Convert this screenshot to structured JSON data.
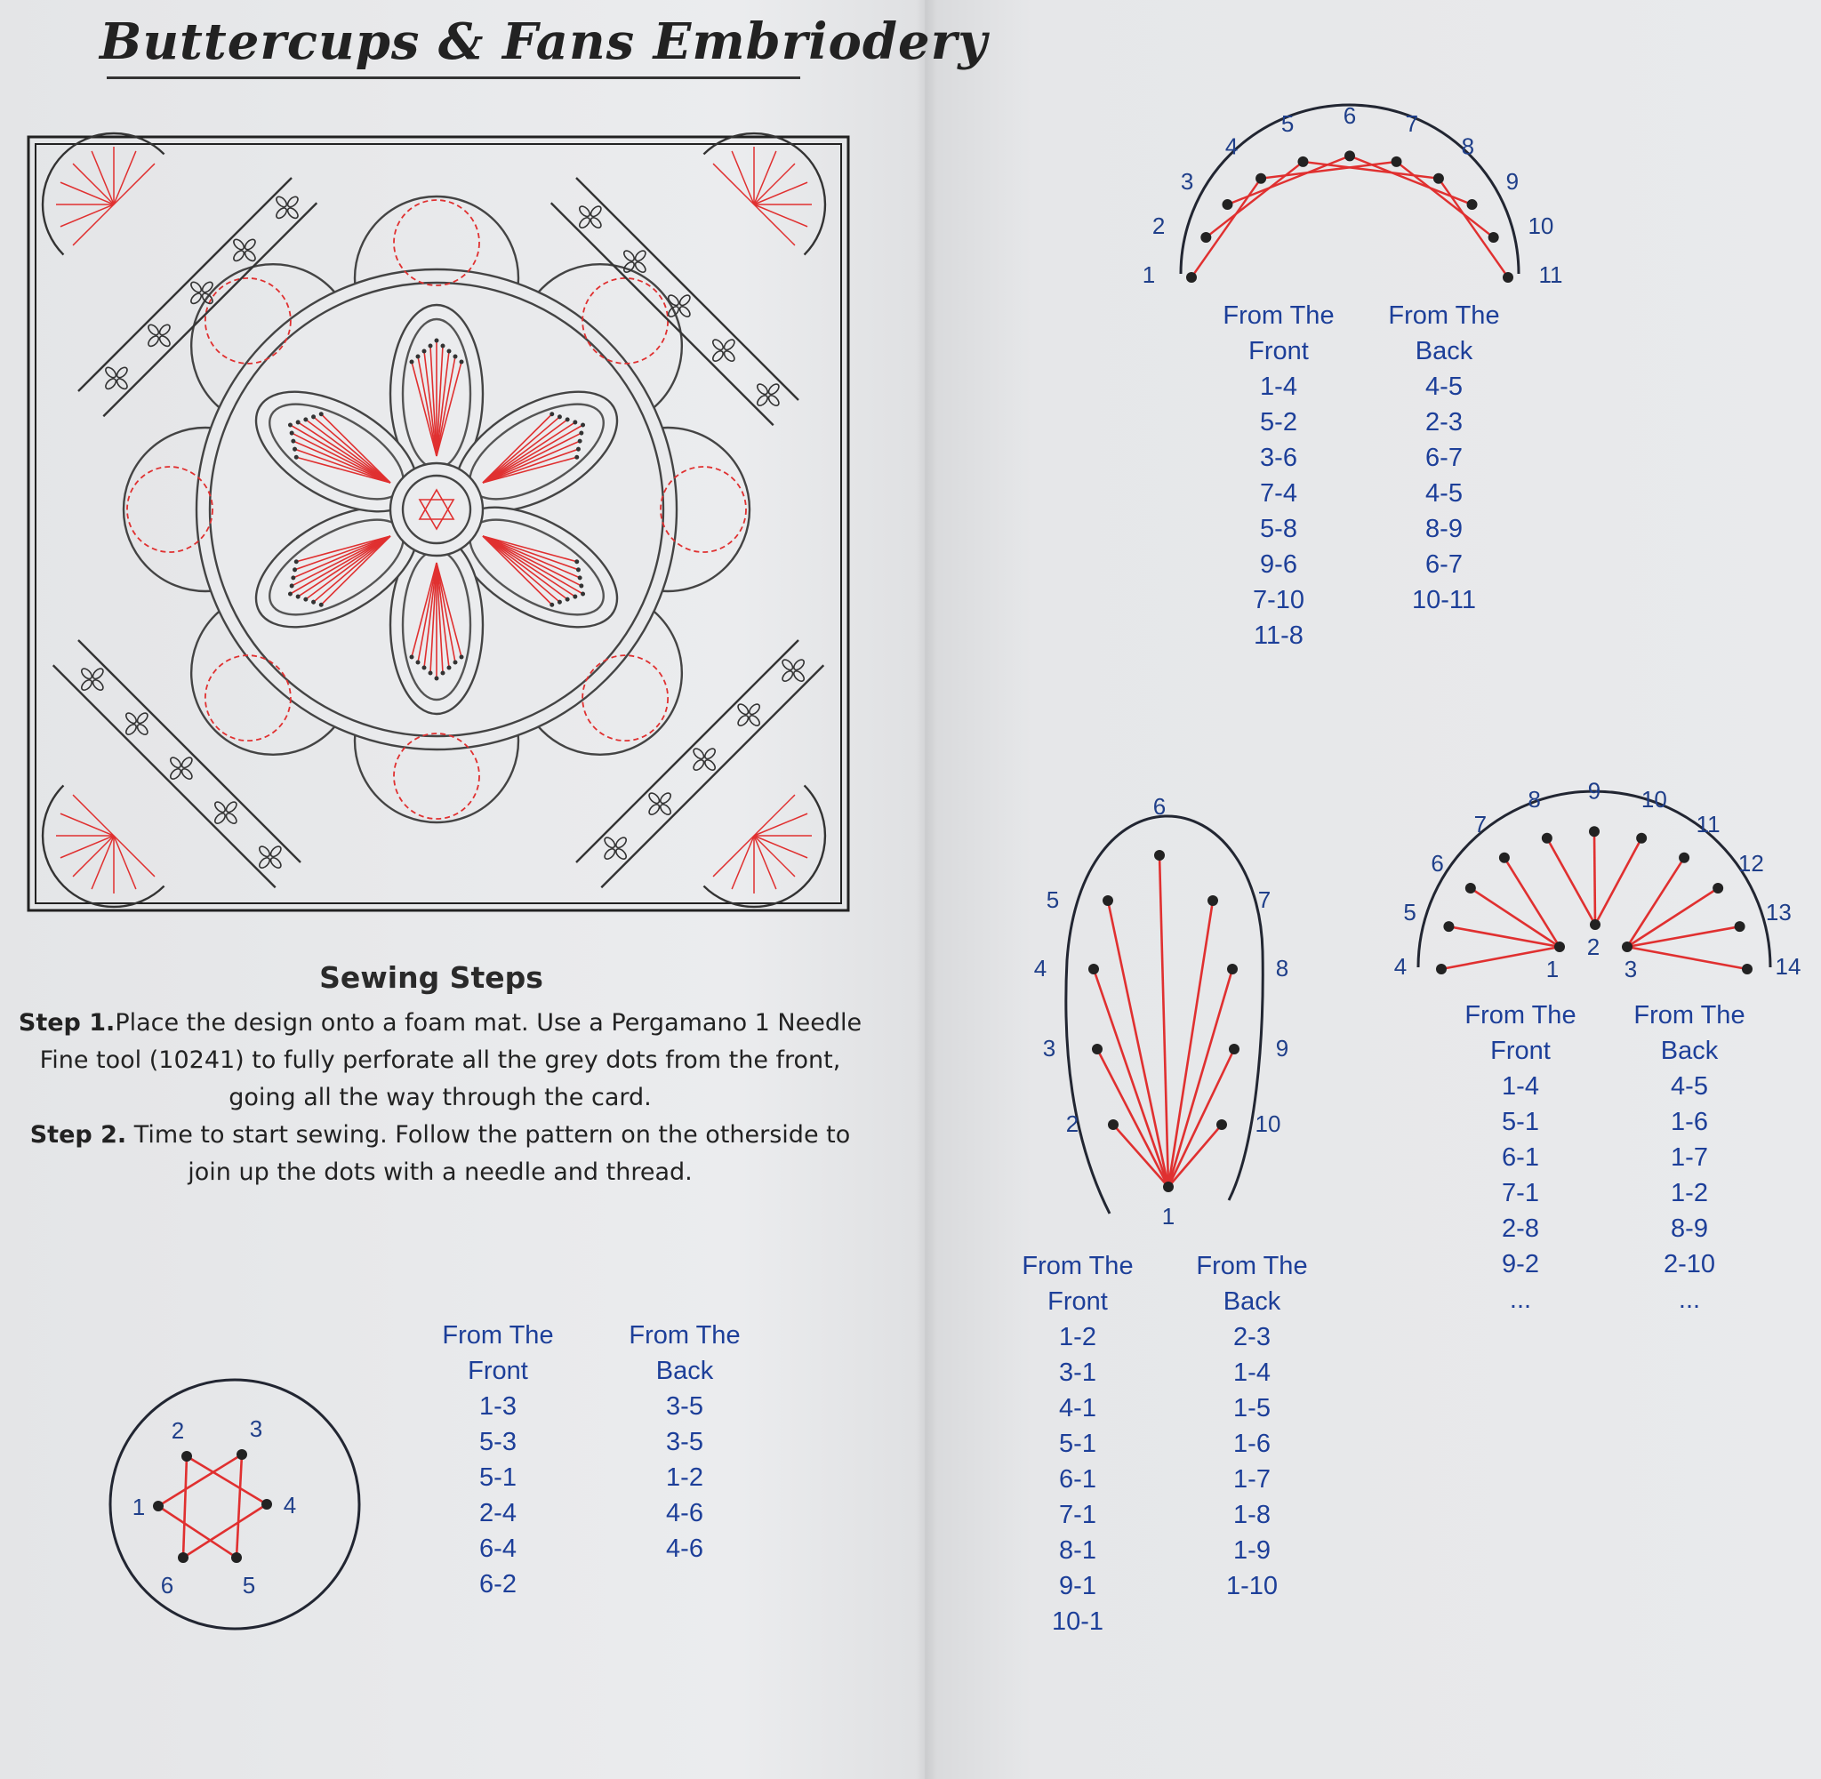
{
  "title": "Buttercups & Fans Embriodery",
  "sewing": {
    "heading": "Sewing Steps",
    "step1_label": "Step 1.",
    "step1_text": "Place the design onto a foam mat. Use a Pergamano 1 Needle Fine tool (10241) to fully perforate all the grey dots from the front, going all the way through the card.",
    "step2_label": "Step 2.",
    "step2_text": " Time to start sewing. Follow the pattern on the otherside to join up the dots with a needle and thread."
  },
  "colors": {
    "thread": "#e03030",
    "outline": "#222632",
    "numbers": "#1f3f8a",
    "table_text": "#1d3f99"
  },
  "star_diagram": {
    "labels": [
      "1",
      "2",
      "3",
      "4",
      "5",
      "6"
    ],
    "front_header": [
      "From The",
      "Front"
    ],
    "back_header": [
      "From The",
      "Back"
    ],
    "front": [
      "1-3",
      "5-3",
      "5-1",
      "2-4",
      "6-4",
      "6-2"
    ],
    "back": [
      "3-5",
      "3-5",
      "1-2",
      "4-6",
      "4-6"
    ]
  },
  "arc_diagram": {
    "labels": [
      "1",
      "2",
      "3",
      "4",
      "5",
      "6",
      "7",
      "8",
      "9",
      "10",
      "11"
    ],
    "front_header": [
      "From The",
      "Front"
    ],
    "back_header": [
      "From The",
      "Back"
    ],
    "front": [
      "1-4",
      "5-2",
      "3-6",
      "7-4",
      "5-8",
      "9-6",
      "7-10",
      "11-8"
    ],
    "back": [
      "4-5",
      "2-3",
      "6-7",
      "4-5",
      "8-9",
      "6-7",
      "10-11"
    ]
  },
  "petal_diagram": {
    "labels": [
      "1",
      "2",
      "3",
      "4",
      "5",
      "6",
      "7",
      "8",
      "9",
      "10"
    ],
    "front_header": [
      "From The",
      "Front"
    ],
    "back_header": [
      "From The",
      "Back"
    ],
    "front": [
      "1-2",
      "3-1",
      "4-1",
      "5-1",
      "6-1",
      "7-1",
      "8-1",
      "9-1",
      "10-1"
    ],
    "back": [
      "2-3",
      "1-4",
      "1-5",
      "1-6",
      "1-7",
      "1-8",
      "1-9",
      "1-10"
    ]
  },
  "fan_diagram": {
    "labels": [
      "1",
      "2",
      "3",
      "4",
      "5",
      "6",
      "7",
      "8",
      "9",
      "10",
      "11",
      "12",
      "13",
      "14"
    ],
    "front_header": [
      "From The",
      "Front"
    ],
    "back_header": [
      "From The",
      "Back"
    ],
    "front": [
      "1-4",
      "5-1",
      "6-1",
      "7-1",
      "2-8",
      "9-2",
      "..."
    ],
    "back": [
      "4-5",
      "1-6",
      "1-7",
      "1-2",
      "8-9",
      "2-10",
      "..."
    ]
  }
}
